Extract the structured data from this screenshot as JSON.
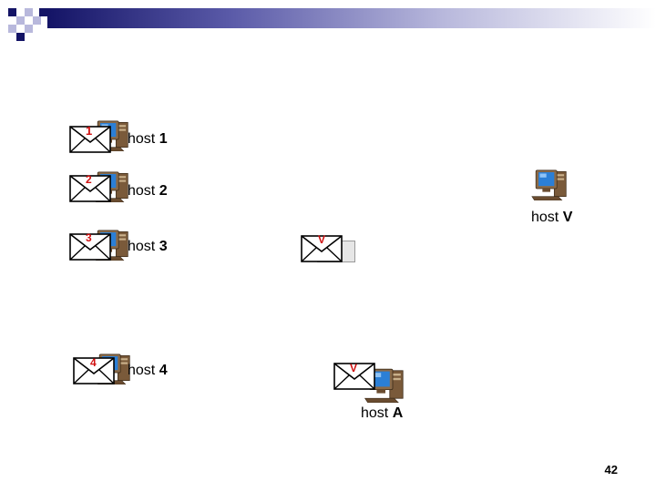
{
  "hosts": [
    {
      "prefix": "host ",
      "id": "1",
      "envelope_mark": "1"
    },
    {
      "prefix": "host ",
      "id": "2",
      "envelope_mark": "2"
    },
    {
      "prefix": "host ",
      "id": "3",
      "envelope_mark": "3"
    },
    {
      "prefix": "host ",
      "id": "4",
      "envelope_mark": "4"
    }
  ],
  "host_v": {
    "prefix": "host ",
    "id": "V"
  },
  "host_a": {
    "prefix": "host ",
    "id": "A",
    "envelope_mark": "V"
  },
  "traveling_envelope": {
    "mark": "V"
  },
  "page_number": "42",
  "colors": {
    "header_dark": "#141466",
    "mark_red": "#d01010",
    "monitor_blue": "#2b7fd6",
    "case_brown": "#7a5a3a"
  }
}
